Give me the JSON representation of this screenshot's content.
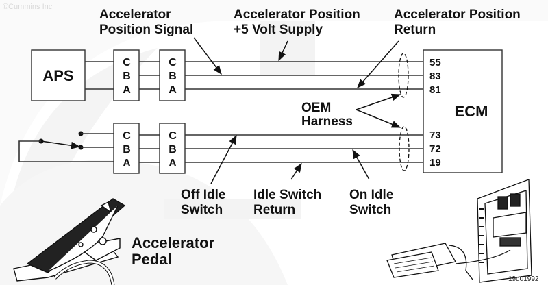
{
  "copyright": "©Cummins Inc",
  "figure_code": "19d01992",
  "watermark": "Cummins",
  "labels": {
    "accel_signal": [
      "Accelerator",
      "Position Signal"
    ],
    "accel_supply": [
      "Accelerator Position",
      "+5 Volt Supply"
    ],
    "accel_return": [
      "Accelerator Position",
      "Return"
    ],
    "oem_harness": [
      "OEM",
      "Harness"
    ],
    "off_idle": [
      "Off Idle",
      "Switch"
    ],
    "idle_return": [
      "Idle Switch",
      "Return"
    ],
    "on_idle": [
      "On Idle",
      "Switch"
    ],
    "pedal": [
      "Accelerator",
      "Pedal"
    ]
  },
  "components": {
    "aps": "APS",
    "ecm": "ECM",
    "connector_pins": [
      "C",
      "B",
      "A"
    ]
  },
  "ecm_pins": {
    "top": [
      "55",
      "83",
      "81"
    ],
    "bottom": [
      "73",
      "72",
      "19"
    ]
  },
  "icons": {
    "pedal": "accelerator-pedal-illustration",
    "ecm_module": "ecm-module-illustration"
  }
}
